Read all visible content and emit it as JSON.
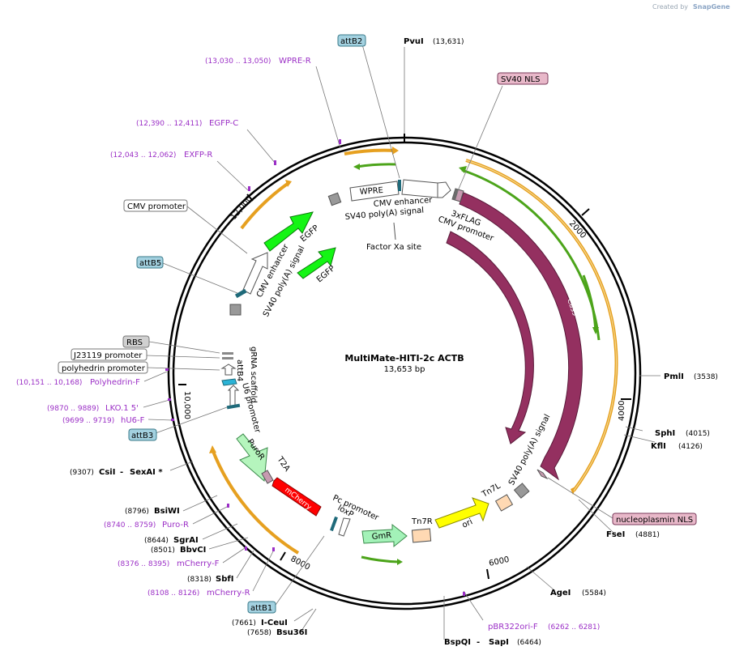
{
  "credit": {
    "text": "Created by",
    "brand": "SnapGene"
  },
  "plasmid": {
    "name": "MultiMate-HITI-2c ACTB",
    "length": "13,653 bp"
  },
  "ticks": [
    "2000",
    "4000",
    "6000",
    "8000",
    "10,000",
    "12,000"
  ],
  "feature_labels": {
    "wpre": "WPRE",
    "cmv_enhancer_top": "CMV enhancer",
    "sv40_pa_top": "SV40 poly(A) signal",
    "flag": "3xFLAG",
    "cmv_promoter_top": "CMV promoter",
    "factor_xa": "Factor Xa site",
    "egfp_outer": "EGFP",
    "egfp_inner": "EGFP",
    "cmv_enhancer_left": "CMV enhancer",
    "sv40_pa_left": "SV40 poly(A) signal",
    "cas9_inner": "Cas9",
    "cas9_outer": "Cas9",
    "grna_scaffold": "gRNA scaffold",
    "attb4": "attB4",
    "u6_promoter": "U6 promoter",
    "sv40_pa_right": "SV40 poly(A) signal",
    "tn7l": "Tn7L",
    "ori": "ori",
    "tn7r": "Tn7R",
    "gmr": "GmR",
    "pc_promoter": "Pc promoter",
    "loxp": "loxP",
    "t2a": "T2A",
    "puror": "PuroR",
    "mcherry": "mCherry"
  },
  "callouts": {
    "attb2": "attB2",
    "sv40_nls": "SV40 NLS",
    "cmv_promoter": "CMV promoter",
    "attb5": "attB5",
    "rbs": "RBS",
    "j23119": "J23119 promoter",
    "polyhedrin_promoter": "polyhedrin promoter",
    "attb3": "attB3",
    "nucleoplasmin_nls": "nucleoplasmin NLS",
    "attb1": "attB1"
  },
  "enzymes": {
    "pvui": {
      "name": "PvuI",
      "pos": "(13,631)"
    },
    "pmli": {
      "name": "PmlI",
      "pos": "(3538)"
    },
    "sphi": {
      "name": "SphI",
      "pos": "(4015)"
    },
    "kfli": {
      "name": "KflI",
      "pos": "(4126)"
    },
    "fsei": {
      "name": "FseI",
      "pos": "(4881)"
    },
    "agei": {
      "name": "AgeI",
      "pos": "(5584)"
    },
    "bspqi": {
      "name": "BspQI",
      "sep": " - ",
      "name2": "SapI",
      "pos": "(6464)"
    },
    "icei": {
      "name": "I-CeuI",
      "pos": "(7661)"
    },
    "bsu36i": {
      "name": "Bsu36I",
      "pos": "(7658)"
    },
    "sbfi": {
      "name": "SbfI",
      "pos": "(8318)"
    },
    "bbvci": {
      "name": "BbvCI",
      "pos": "(8501)"
    },
    "sgrai": {
      "name": "SgrAI",
      "pos": "(8644)"
    },
    "bsiwi": {
      "name": "BsiWI",
      "pos": "(8796)"
    },
    "csii": {
      "name": "CsiI",
      "sep": " - ",
      "name2": "SexAI *",
      "pos": "(9307)"
    }
  },
  "primers": {
    "wpre_r": {
      "name": "WPRE-R",
      "pos": "(13,030 .. 13,050)"
    },
    "egfp_c": {
      "name": "EGFP-C",
      "pos": "(12,390 .. 12,411)"
    },
    "exfp_r": {
      "name": "EXFP-R",
      "pos": "(12,043 .. 12,062)"
    },
    "polyhedrin_f": {
      "name": "Polyhedrin-F",
      "pos": "(10,151 .. 10,168)"
    },
    "lko1": {
      "name": "LKO.1 5'",
      "pos": "(9870 .. 9889)"
    },
    "hu6_f": {
      "name": "hU6-F",
      "pos": "(9699 .. 9719)"
    },
    "puro_r": {
      "name": "Puro-R",
      "pos": "(8740 .. 8759)"
    },
    "mcherry_f": {
      "name": "mCherry-F",
      "pos": "(8376 .. 8395)"
    },
    "mcherry_r": {
      "name": "mCherry-R",
      "pos": "(8108 .. 8126)"
    },
    "pbr322ori_f": {
      "name": "pBR322ori-F",
      "pos": "(6262 .. 6281)"
    }
  },
  "colors": {
    "cas9": "#943060",
    "egfp": "#14f514",
    "mcherry": "#ff0000",
    "ori": "#ffff00",
    "gmr": "#a3f2b8",
    "puror": "#b5f5bd",
    "tn7": "#ffd9b3",
    "att_box": "#a3d1e0",
    "nls_box": "#e8b8c9",
    "primer": "#9b2fc6",
    "primer_arrow_orange": "#e6a020",
    "primer_arrow_green": "#4ca41a"
  }
}
